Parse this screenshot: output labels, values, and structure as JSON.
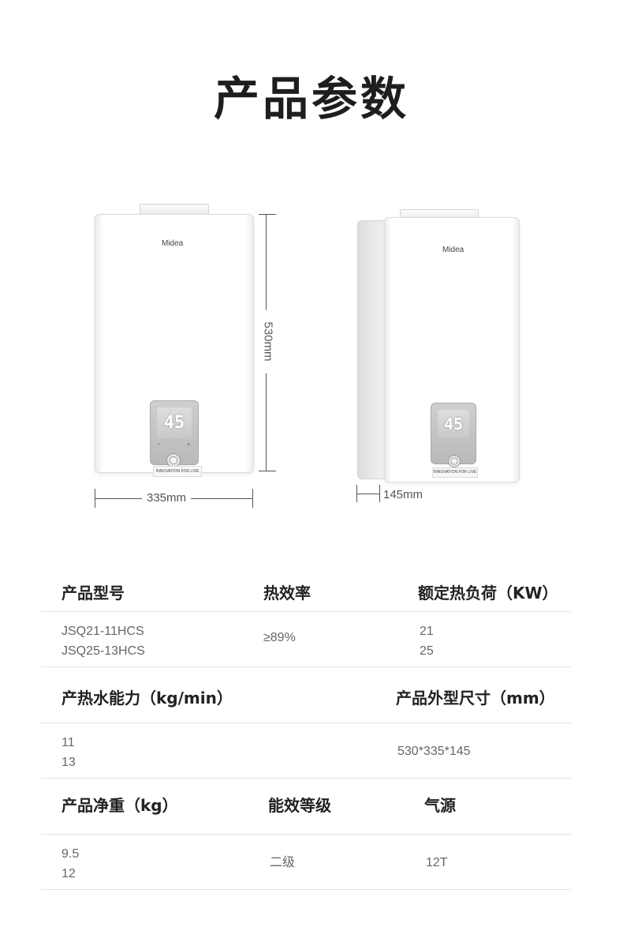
{
  "page_title": "产品参数",
  "product": {
    "brand_logo": "Midea",
    "display_reading": "45",
    "panel_label": "INNOVATION FOR LIVE",
    "minus_symbol": "−",
    "plus_symbol": "+"
  },
  "dimensions": {
    "height": "530mm",
    "width": "335mm",
    "depth": "145mm"
  },
  "specs": {
    "row1": {
      "model": {
        "label": "产品型号",
        "values": [
          "JSQ21-11HCS",
          "JSQ25-13HCS"
        ]
      },
      "efficiency": {
        "label": "热效率",
        "value": "≥89%"
      },
      "heat_load": {
        "label": "额定热负荷（KW）",
        "values": [
          "21",
          "25"
        ]
      }
    },
    "row2": {
      "capacity": {
        "label": "产热水能力（kg/min）",
        "values": [
          "11",
          "13"
        ]
      },
      "size": {
        "label": "产品外型尺寸（mm）",
        "value": "530*335*145"
      }
    },
    "row3": {
      "weight": {
        "label": "产品净重（kg）",
        "values": [
          "9.5",
          "12"
        ]
      },
      "energy_grade": {
        "label": "能效等级",
        "value": "二级"
      },
      "gas_source": {
        "label": "气源",
        "value": "12T"
      }
    }
  }
}
